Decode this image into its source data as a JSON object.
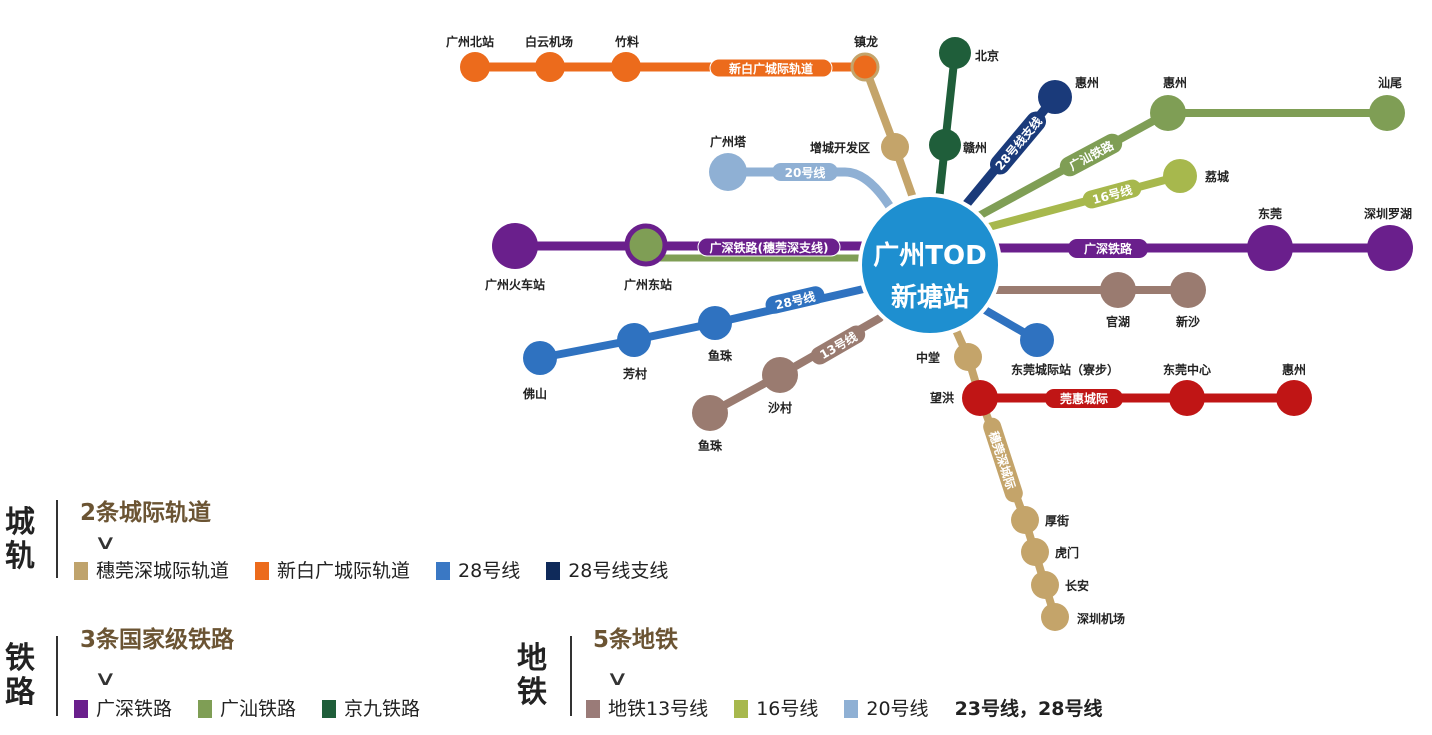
{
  "hub": {
    "line1": "广州TOD",
    "line2": "新塘站",
    "color": "#1e8fd0"
  },
  "lines": {
    "xinbai": {
      "label": "新白广城际轨道",
      "color": "#ec6b1c",
      "stations": [
        "广州北站",
        "白云机场",
        "竹料",
        "镇龙"
      ]
    },
    "suiguanshen": {
      "label": "穗莞深城际",
      "color": "#c4a46a",
      "stations": [
        "增城开发区",
        "中堂",
        "望洪",
        "厚街",
        "虎门",
        "长安",
        "深圳机场"
      ]
    },
    "l20": {
      "label": "20号线",
      "color": "#8fb0d4",
      "stations": [
        "广州塔"
      ]
    },
    "guangshen_branch": {
      "label": "广深铁路(穗莞深支线)",
      "color": "#6a1f8c",
      "stations": [
        "广州火车站",
        "广州东站"
      ]
    },
    "l28": {
      "label": "28号线",
      "color": "#2f72c0",
      "stations": [
        "鱼珠",
        "芳村",
        "佛山",
        "东莞城际站（寮步）"
      ]
    },
    "l13": {
      "label": "13号线",
      "color": "#9a7b70",
      "stations": [
        "沙村",
        "鱼珠",
        "官湖",
        "新沙"
      ]
    },
    "jingjiu": {
      "color": "#1f5e3a",
      "stations": [
        "北京",
        "赣州"
      ]
    },
    "l28branch": {
      "label": "28号线支线",
      "color": "#1a3a7a",
      "stations": [
        "惠州"
      ]
    },
    "guangshan": {
      "label": "广汕铁路",
      "color": "#7f9e55",
      "stations": [
        "惠州",
        "汕尾"
      ]
    },
    "l16": {
      "label": "16号线",
      "color": "#a7b84d",
      "stations": [
        "荔城"
      ]
    },
    "guangshen": {
      "label": "广深铁路",
      "color": "#6a1f8c",
      "stations": [
        "东莞",
        "深圳罗湖"
      ]
    },
    "guanhui": {
      "label": "莞惠城际",
      "color": "#c01515",
      "stations": [
        "东莞中心",
        "惠州"
      ]
    }
  },
  "legend": {
    "rail": {
      "category": "城轨",
      "heading": "2条城际轨道",
      "items": [
        {
          "label": "穗莞深城际轨道",
          "color": "#bfa36c"
        },
        {
          "label": "新白广城际轨道",
          "color": "#ec6b1c"
        },
        {
          "label": "28号线",
          "color": "#3a78c4"
        },
        {
          "label": "28号线支线",
          "color": "#0f2a5a"
        }
      ]
    },
    "railway": {
      "category": "铁路",
      "heading": "3条国家级铁路",
      "items": [
        {
          "label": "广深铁路",
          "color": "#6a1f8c"
        },
        {
          "label": "广汕铁路",
          "color": "#7f9e55"
        },
        {
          "label": "京九铁路",
          "color": "#1f5e3a"
        }
      ]
    },
    "metro": {
      "category": "地铁",
      "heading": "5条地铁",
      "items": [
        {
          "label": "地铁13号线",
          "color": "#9a7b78"
        },
        {
          "label": "16号线",
          "color": "#a7b84d"
        },
        {
          "label": "20号线",
          "color": "#8fb0d4"
        }
      ],
      "extra": "23号线，28号线"
    }
  }
}
